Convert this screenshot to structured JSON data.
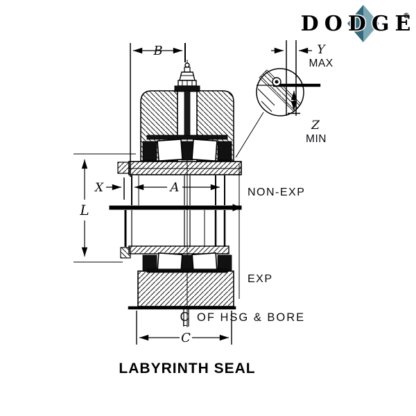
{
  "logo": {
    "text": "DODGE",
    "registered_mark": "®",
    "colors": {
      "diamond_left": "#35697a",
      "diamond_right": "#7aa7b1",
      "text": "#21315f",
      "registered": "#4e8494"
    }
  },
  "drawing": {
    "title": "LABYRINTH SEAL",
    "dimensions": {
      "b": "B",
      "y": "Y",
      "y_qualifier": "MAX",
      "z": "Z",
      "z_qualifier": "MIN",
      "x": "X",
      "a": "A",
      "l": "L",
      "c": "C"
    },
    "labels": {
      "non_expansion": "NON-EXP",
      "expansion": "EXP",
      "centerline_symbol_c": "C",
      "centerline_symbol_l": "L",
      "centerline_text": "OF HSG & BORE"
    },
    "colors": {
      "line": "#000000",
      "background": "#ffffff"
    }
  }
}
